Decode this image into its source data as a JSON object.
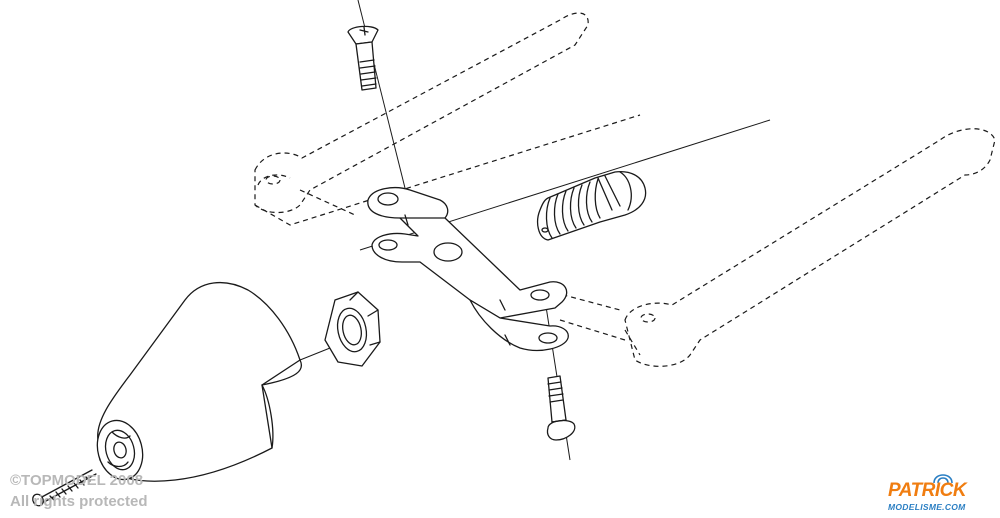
{
  "watermark": {
    "line1": "©TOPMODEL 2008",
    "line2": "All rights protected"
  },
  "logo": {
    "main": "PATRICK",
    "sub": "MODELISME.COM",
    "colors": {
      "main": "#f07d10",
      "sub": "#2b7fc3"
    }
  },
  "parts": [
    "screw-top",
    "bellcrank-arm",
    "collet-adapter",
    "nut",
    "spinner-cone",
    "screw-bottom",
    "mounting-screw",
    "dashed-frame"
  ]
}
